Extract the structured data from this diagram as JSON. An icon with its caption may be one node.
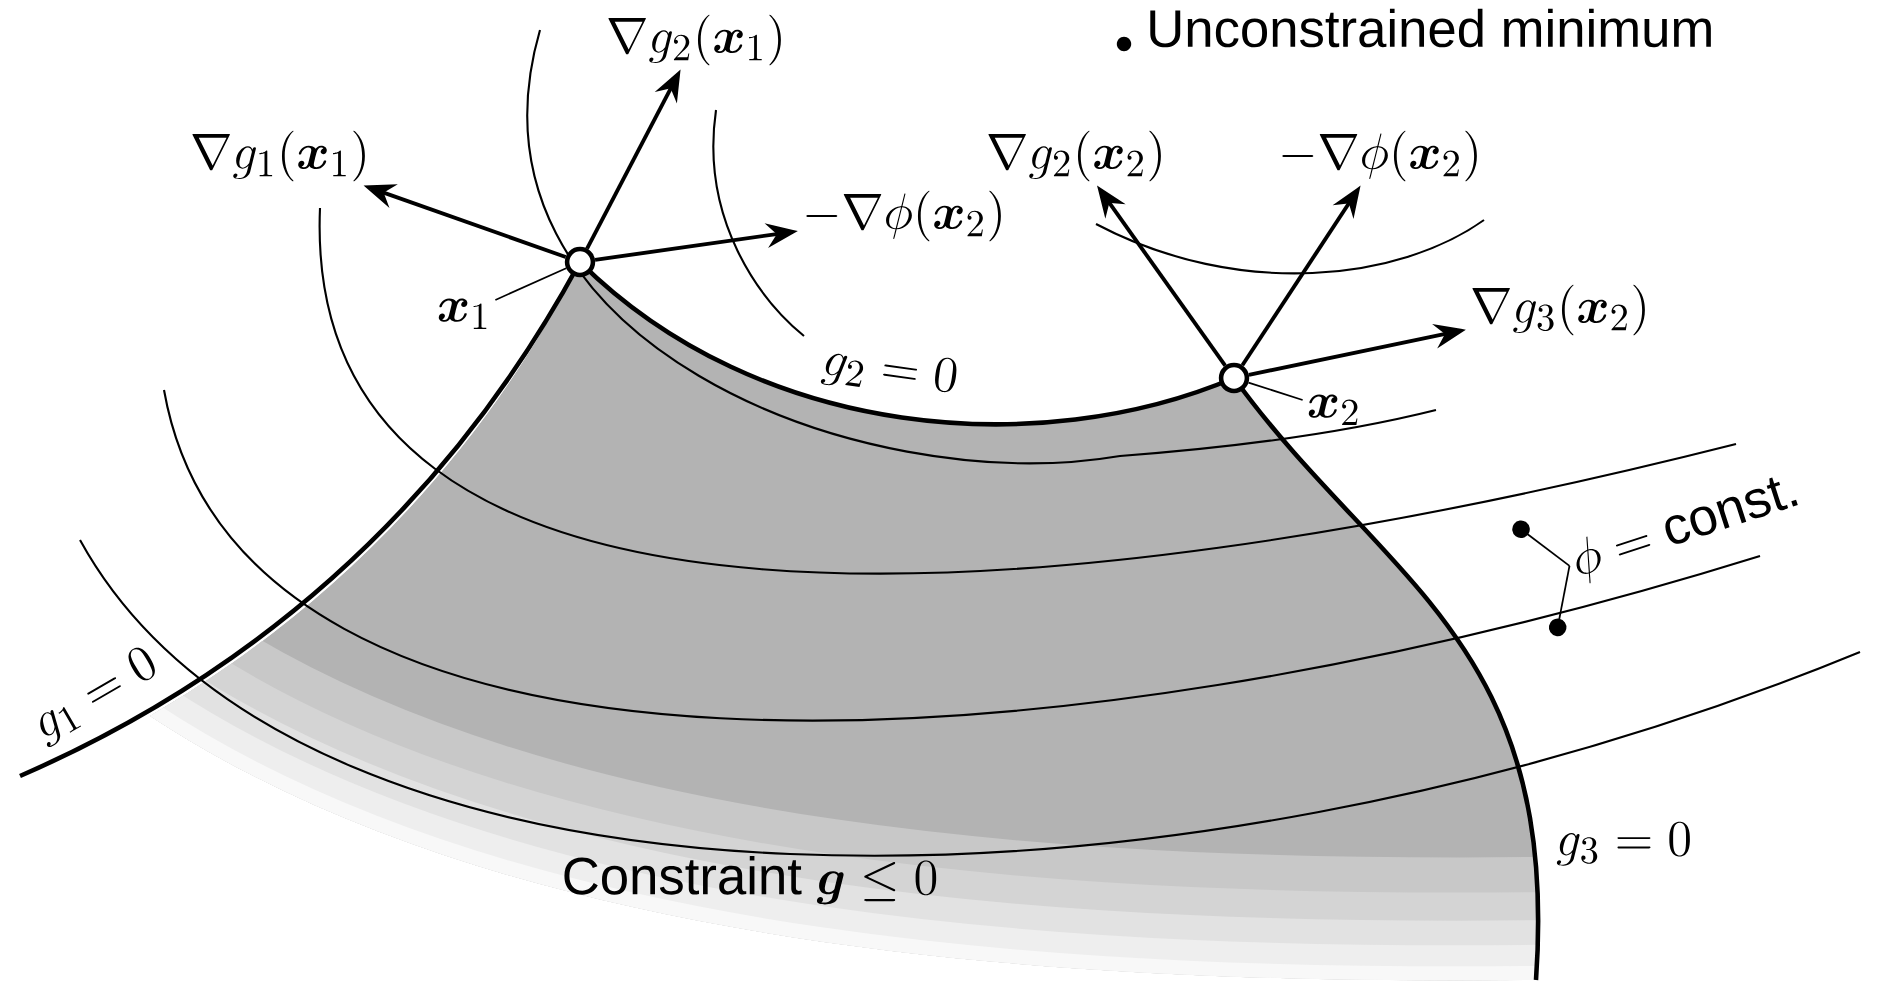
{
  "diagram": {
    "nodes": [
      {
        "text": [],
        "shape": "circle"
      },
      {
        "text": [],
        "shape": "circle"
      },
      {
        "text": [
          "\\nabla g_1(\\boldsymbol{x}_1)"
        ]
      },
      {
        "text": [
          "\\nabla g_2(\\boldsymbol{x}_1)"
        ]
      },
      {
        "text": [
          "-\\nabla \\phi(\\boldsymbol{x}_2)"
        ]
      },
      {
        "text": [
          "\\nabla g_2(\\boldsymbol{x}_2)"
        ]
      },
      {
        "text": [
          "-\\nabla \\phi(\\boldsymbol{x}_2)"
        ]
      },
      {
        "text": [
          "\\nabla g_3(\\boldsymbol{x}_2)"
        ]
      },
      {
        "text": [
          "\\boldsymbol{x}_1"
        ]
      },
      {
        "text": [
          "\\boldsymbol{x}_2"
        ]
      },
      {
        "text": [
          "\\phi = \\text{const.}"
        ]
      }
    ],
    "edges": [
      {
        "from": 0,
        "to": 2,
        "arrow": "to"
      },
      {
        "from": 0,
        "to": 3,
        "arrow": "to"
      },
      {
        "from": 0,
        "to": 4,
        "arrow": "to"
      },
      {
        "from": 1,
        "to": 5,
        "arrow": "to"
      },
      {
        "from": 1,
        "to": 6,
        "arrow": "to"
      },
      {
        "from": 1,
        "to": 7,
        "arrow": "to"
      },
      {
        "from": 8,
        "to": 0,
        "arrow": "none"
      },
      {
        "from": 9,
        "to": 1,
        "arrow": "none"
      },
      {
        "from": 10,
        "to": null,
        "arrow": "other"
      },
      {
        "from": 10,
        "to": null,
        "arrow": "other"
      }
    ],
    "labels": [
      "Unconstrained minimum",
      "g_1 = 0",
      "g_2 = 0",
      "g_3 = 0",
      "\\text{Constraint } \\boldsymbol{g} \\leq 0"
    ]
  }
}
